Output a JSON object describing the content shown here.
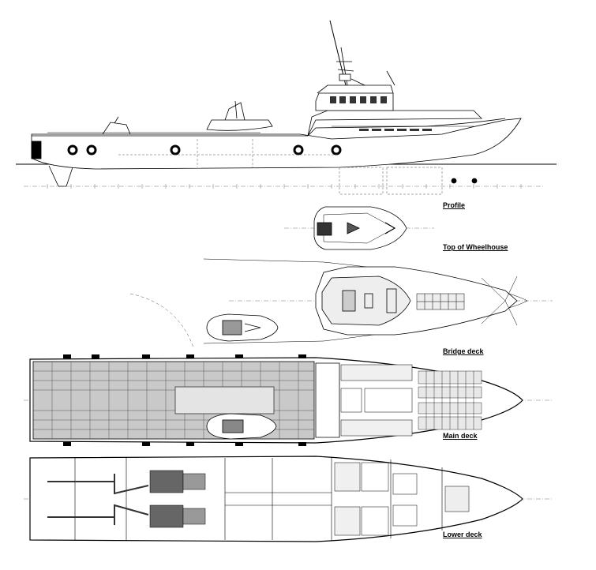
{
  "labels": {
    "profile": "Profile",
    "top_of_wheelhouse": "Top of Wheelhouse",
    "bridge_deck": "Bridge deck",
    "main_deck": "Main deck",
    "lower_deck": "Lower deck"
  },
  "colors": {
    "line": "#000000",
    "fine_line": "#555555",
    "hull_fill": "#ffffff",
    "deck_grey": "#d8d8d8",
    "cargo_deck": "#c9c9c9",
    "window": "#333333"
  }
}
